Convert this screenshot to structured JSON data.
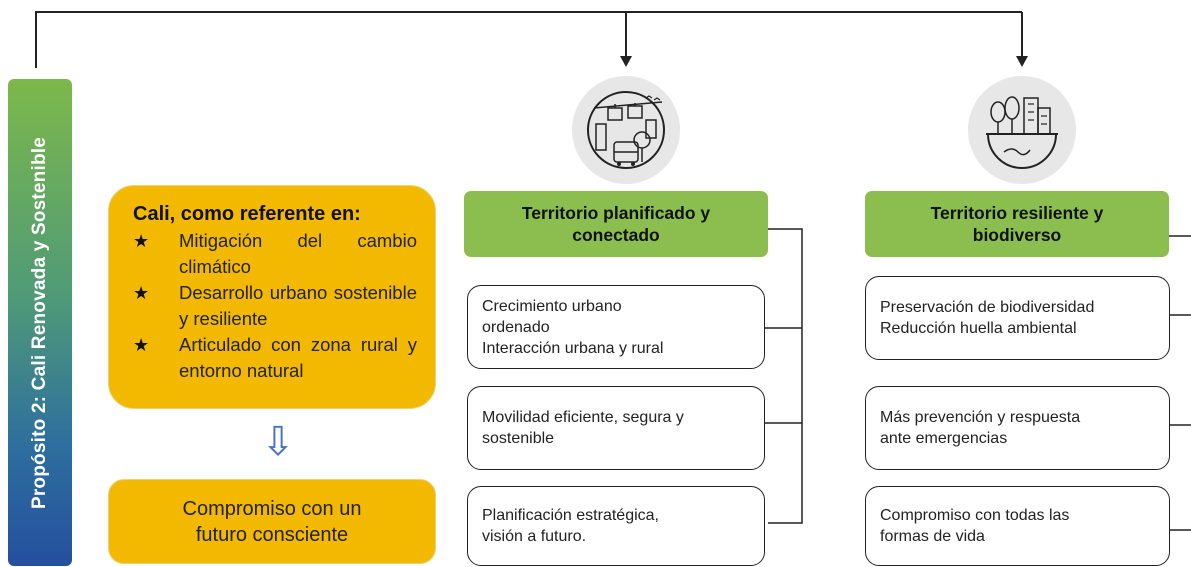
{
  "purpose_bar": {
    "label": "Propósito 2: Cali Renovada y Sostenible"
  },
  "referente": {
    "title": "Cali, como referente en:",
    "items": [
      "Mitigación del cambio climático",
      "Desarrollo urbano sostenible y resiliente",
      "Articulado con zona rural y entorno natural"
    ]
  },
  "down_arrow": {
    "glyph": "⇩"
  },
  "compromiso": {
    "lines": [
      "Compromiso con un",
      "futuro consciente"
    ]
  },
  "columns": [
    {
      "icon": "city-transport-icon",
      "title_lines": [
        "Territorio planificado y",
        "conectado"
      ],
      "items": [
        [
          "Crecimiento urbano",
          "ordenado",
          "Interacción urbana y rural"
        ],
        [
          "Movilidad eficiente, segura y",
          "sostenible"
        ],
        [
          "Planificación estratégica,",
          "visión a futuro."
        ]
      ]
    },
    {
      "icon": "earth-trees-buildings-icon",
      "title_lines": [
        "Territorio resiliente y",
        "biodiverso"
      ],
      "items": [
        [
          "Preservación de biodiversidad",
          "Reducción huella ambiental"
        ],
        [
          "Más prevención y respuesta",
          "ante emergencias"
        ],
        [
          "Compromiso con todas las",
          "formas de vida"
        ]
      ]
    }
  ],
  "colors": {
    "yellow": "#f2b900",
    "green": "#8cbe4f",
    "bar_top": "#7db84a",
    "bar_bottom": "#244f9e",
    "icon_bg": "#e7e7e7"
  }
}
